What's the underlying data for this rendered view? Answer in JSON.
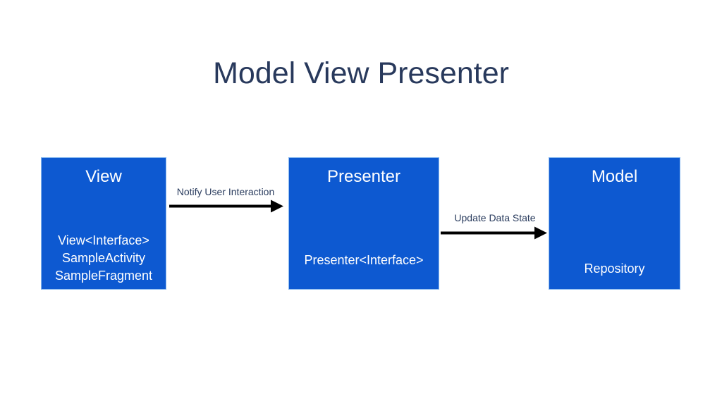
{
  "slide": {
    "title": "Model View Presenter"
  },
  "boxes": [
    {
      "title": "View",
      "lines": [
        "View<Interface>",
        "SampleActivity",
        "SampleFragment"
      ]
    },
    {
      "title": "Presenter",
      "lines": [
        "Presenter<Interface>"
      ]
    },
    {
      "title": "Model",
      "lines": [
        "Repository"
      ]
    }
  ],
  "arrows": [
    {
      "label": "Notify User Interaction",
      "from": "View",
      "to": "Presenter",
      "direction": "right"
    },
    {
      "label": "Update Data State",
      "from": "Presenter",
      "to": "Model",
      "direction": "right"
    }
  ],
  "colors": {
    "box_fill": "#0d59d1",
    "box_border": "#8cbbf0",
    "box_text": "#ffffff",
    "heading_text": "#28395c",
    "arrow": "#000000",
    "background": "#ffffff"
  }
}
